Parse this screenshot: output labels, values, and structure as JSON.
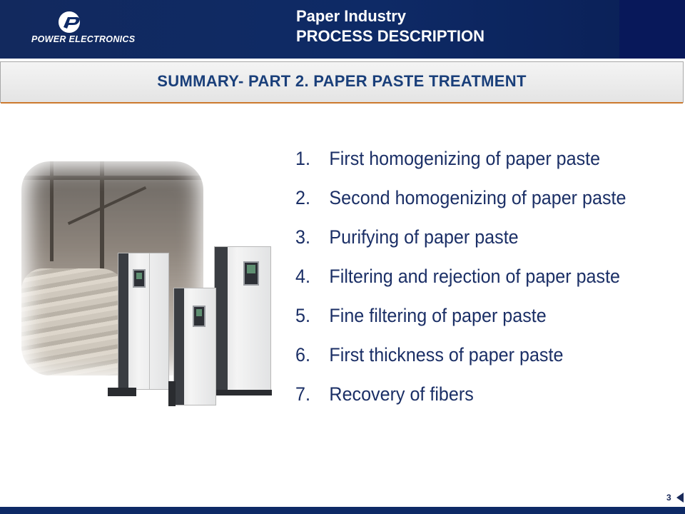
{
  "header": {
    "logo_text": "POWER ELECTRONICS",
    "title_line1": "Paper Industry",
    "title_line2": "PROCESS DESCRIPTION"
  },
  "summary": {
    "title": "SUMMARY- PART 2. PAPER PASTE TREATMENT"
  },
  "list": {
    "items": [
      {
        "num": "1.",
        "text": "First homogenizing of paper paste"
      },
      {
        "num": "2.",
        "text": "Second homogenizing of paper paste"
      },
      {
        "num": "3.",
        "text": "Purifying of paper paste"
      },
      {
        "num": "4.",
        "text": "Filtering and rejection of paper paste"
      },
      {
        "num": "5.",
        "text": "Fine filtering of paper paste"
      },
      {
        "num": "6.",
        "text": "First thickness of paper paste"
      },
      {
        "num": "7.",
        "text": "Recovery of fibers"
      }
    ]
  },
  "footer": {
    "page_number": "3"
  },
  "colors": {
    "header_bg": "#0e2a66",
    "list_text": "#1b2f66",
    "summary_text": "#1a3f7a",
    "accent_line": "#cc7a2e"
  }
}
